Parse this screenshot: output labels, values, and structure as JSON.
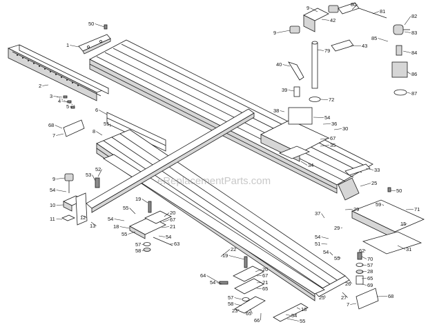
{
  "watermark": "eReplacementParts.com",
  "colors": {
    "line": "#1a1a1a",
    "shade": "#d6d6d6",
    "dark": "#8a8a8a",
    "watermark": "#9a9a9a"
  },
  "callouts": [
    {
      "id": "c50a",
      "label": "50"
    },
    {
      "id": "c1",
      "label": "1"
    },
    {
      "id": "c2",
      "label": "2"
    },
    {
      "id": "c3",
      "label": "3"
    },
    {
      "id": "c4",
      "label": "4"
    },
    {
      "id": "c5",
      "label": "5"
    },
    {
      "id": "c6",
      "label": "6"
    },
    {
      "id": "c68a",
      "label": "68"
    },
    {
      "id": "c7a",
      "label": "7"
    },
    {
      "id": "c51a",
      "label": "51"
    },
    {
      "id": "c8",
      "label": "8"
    },
    {
      "id": "c9a",
      "label": "9"
    },
    {
      "id": "c54a",
      "label": "54"
    },
    {
      "id": "c10",
      "label": "10"
    },
    {
      "id": "c11",
      "label": "11"
    },
    {
      "id": "c12",
      "label": "12"
    },
    {
      "id": "c13",
      "label": "13"
    },
    {
      "id": "c53",
      "label": "53"
    },
    {
      "id": "c52",
      "label": "52"
    },
    {
      "id": "c19a",
      "label": "19"
    },
    {
      "id": "c55a",
      "label": "55"
    },
    {
      "id": "c54b",
      "label": "54"
    },
    {
      "id": "c18a",
      "label": "18"
    },
    {
      "id": "c55b",
      "label": "55"
    },
    {
      "id": "c20a",
      "label": "20"
    },
    {
      "id": "c67a",
      "label": "67"
    },
    {
      "id": "c21a",
      "label": "21"
    },
    {
      "id": "c54c",
      "label": "54"
    },
    {
      "id": "c63",
      "label": "63"
    },
    {
      "id": "c57a",
      "label": "57"
    },
    {
      "id": "c58a",
      "label": "58"
    },
    {
      "id": "c22",
      "label": "22"
    },
    {
      "id": "c19b",
      "label": "19"
    },
    {
      "id": "c64",
      "label": "64"
    },
    {
      "id": "c54d",
      "label": "54"
    },
    {
      "id": "c20b",
      "label": "20"
    },
    {
      "id": "c67b",
      "label": "67"
    },
    {
      "id": "c21b",
      "label": "21"
    },
    {
      "id": "c65a",
      "label": "65"
    },
    {
      "id": "c57b",
      "label": "57"
    },
    {
      "id": "c58b",
      "label": "58"
    },
    {
      "id": "c23",
      "label": "23"
    },
    {
      "id": "c65b",
      "label": "65"
    },
    {
      "id": "c66",
      "label": "66"
    },
    {
      "id": "c18b",
      "label": "18"
    },
    {
      "id": "c54e",
      "label": "54"
    },
    {
      "id": "c55c",
      "label": "55"
    },
    {
      "id": "c9b",
      "label": "9"
    },
    {
      "id": "c42",
      "label": "42"
    },
    {
      "id": "c80",
      "label": "80"
    },
    {
      "id": "c81",
      "label": "81"
    },
    {
      "id": "c82",
      "label": "82"
    },
    {
      "id": "c83",
      "label": "83"
    },
    {
      "id": "c85",
      "label": "85"
    },
    {
      "id": "c9c",
      "label": "9"
    },
    {
      "id": "c79",
      "label": "79"
    },
    {
      "id": "c43",
      "label": "43"
    },
    {
      "id": "c84",
      "label": "84"
    },
    {
      "id": "c40",
      "label": "40"
    },
    {
      "id": "c86",
      "label": "86"
    },
    {
      "id": "c39",
      "label": "39"
    },
    {
      "id": "c72",
      "label": "72"
    },
    {
      "id": "c87",
      "label": "87"
    },
    {
      "id": "c38",
      "label": "38"
    },
    {
      "id": "c54f",
      "label": "54"
    },
    {
      "id": "c36",
      "label": "36"
    },
    {
      "id": "c30",
      "label": "30"
    },
    {
      "id": "c67c",
      "label": "67"
    },
    {
      "id": "c35",
      "label": "35"
    },
    {
      "id": "c34",
      "label": "34"
    },
    {
      "id": "c33",
      "label": "33"
    },
    {
      "id": "c25a",
      "label": "25"
    },
    {
      "id": "c50b",
      "label": "50"
    },
    {
      "id": "c59",
      "label": "59"
    },
    {
      "id": "c71",
      "label": "71"
    },
    {
      "id": "c29a",
      "label": "29"
    },
    {
      "id": "c37",
      "label": "37"
    },
    {
      "id": "c15",
      "label": "15"
    },
    {
      "id": "c29b",
      "label": "29"
    },
    {
      "id": "c31",
      "label": "31"
    },
    {
      "id": "c54g",
      "label": "54"
    },
    {
      "id": "c51b",
      "label": "51"
    },
    {
      "id": "c62",
      "label": "62"
    },
    {
      "id": "c54h",
      "label": "54"
    },
    {
      "id": "c55d",
      "label": "55"
    },
    {
      "id": "c70",
      "label": "70"
    },
    {
      "id": "c57c",
      "label": "57"
    },
    {
      "id": "c28",
      "label": "28"
    },
    {
      "id": "c65c",
      "label": "65"
    },
    {
      "id": "c69",
      "label": "69"
    },
    {
      "id": "c26",
      "label": "26"
    },
    {
      "id": "c27",
      "label": "27"
    },
    {
      "id": "c25b",
      "label": "25"
    },
    {
      "id": "c7b",
      "label": "7"
    },
    {
      "id": "c68b",
      "label": "68"
    }
  ]
}
